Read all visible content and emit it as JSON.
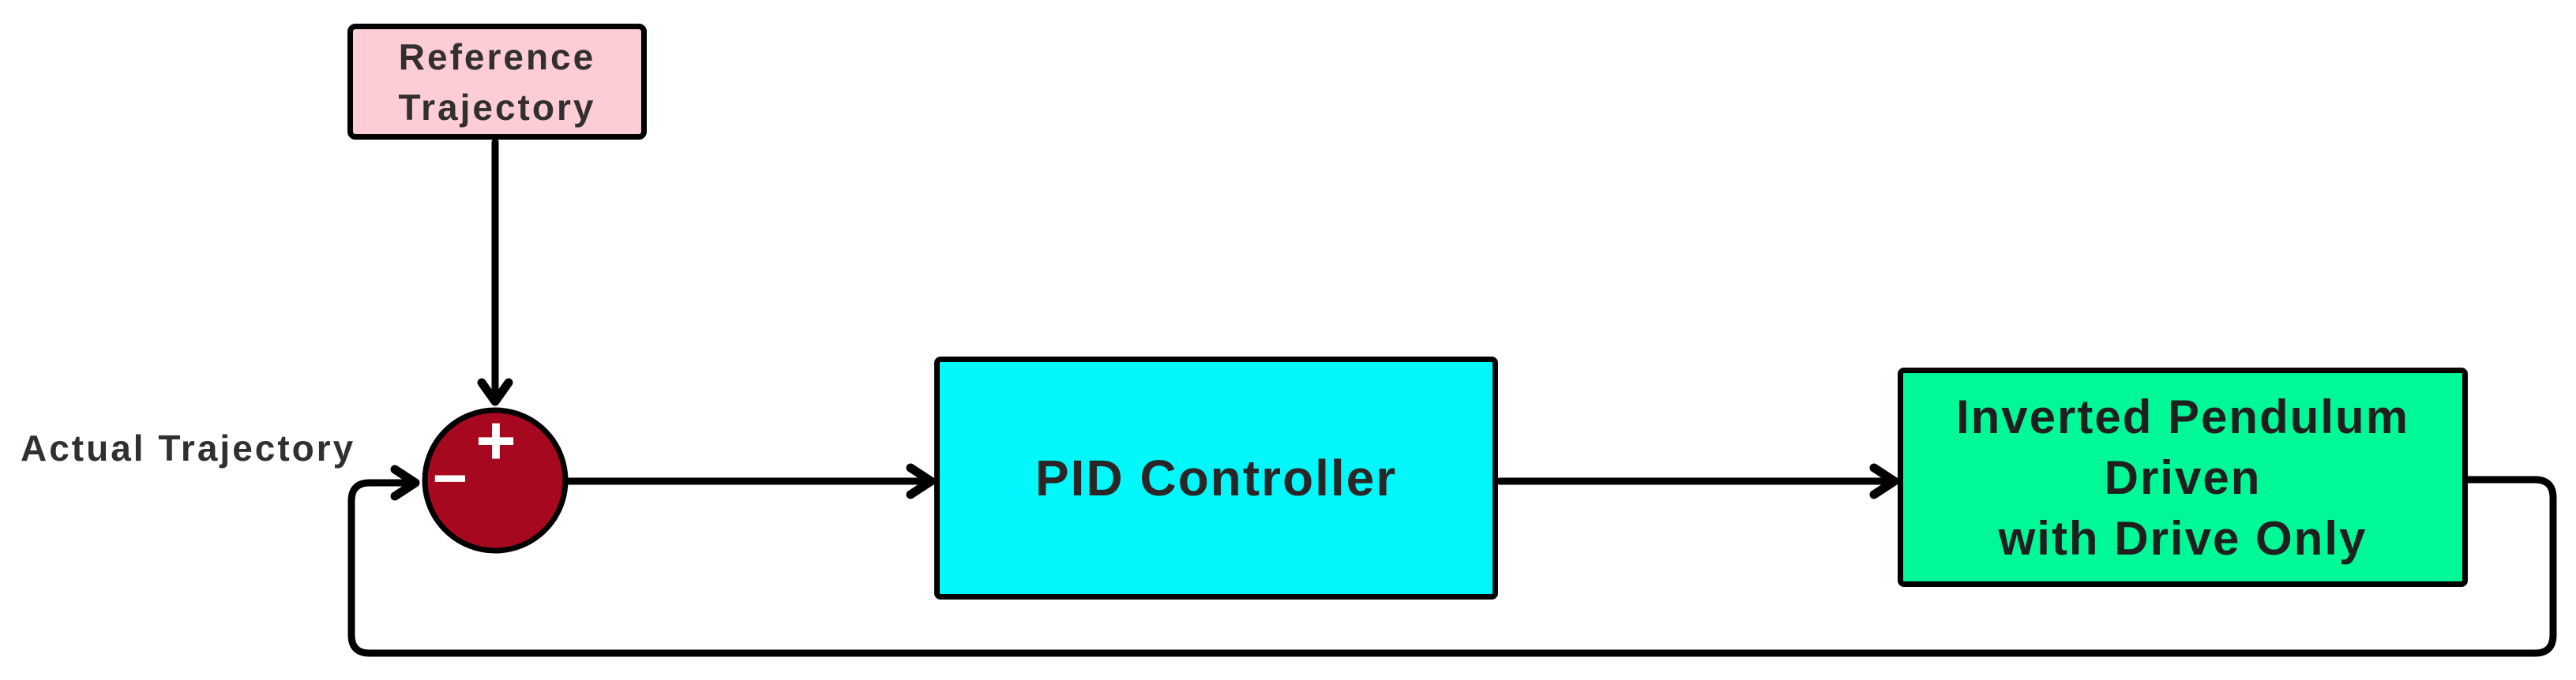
{
  "diagram": {
    "nodes": {
      "reference": {
        "label": "Reference\nTrajectory",
        "fill": "#FCCDD4"
      },
      "controller": {
        "label": "PID Controller",
        "fill": "#00F8FA"
      },
      "plant": {
        "label": "Inverted Pendulum\nDriven\nwith Drive Only",
        "fill": "#00F896"
      },
      "summing_junction": {
        "plus_sign": "+",
        "minus_sign": "−",
        "fill": "#A6081F"
      }
    },
    "labels": {
      "actual_trajectory": "Actual Trajectory"
    },
    "colors": {
      "background": "#FFFFFF",
      "connector": "#000000",
      "box_border": "#000000",
      "box_text": "#2A2627",
      "label_text": "#332F30",
      "sign_text": "#FFFFFF"
    }
  }
}
